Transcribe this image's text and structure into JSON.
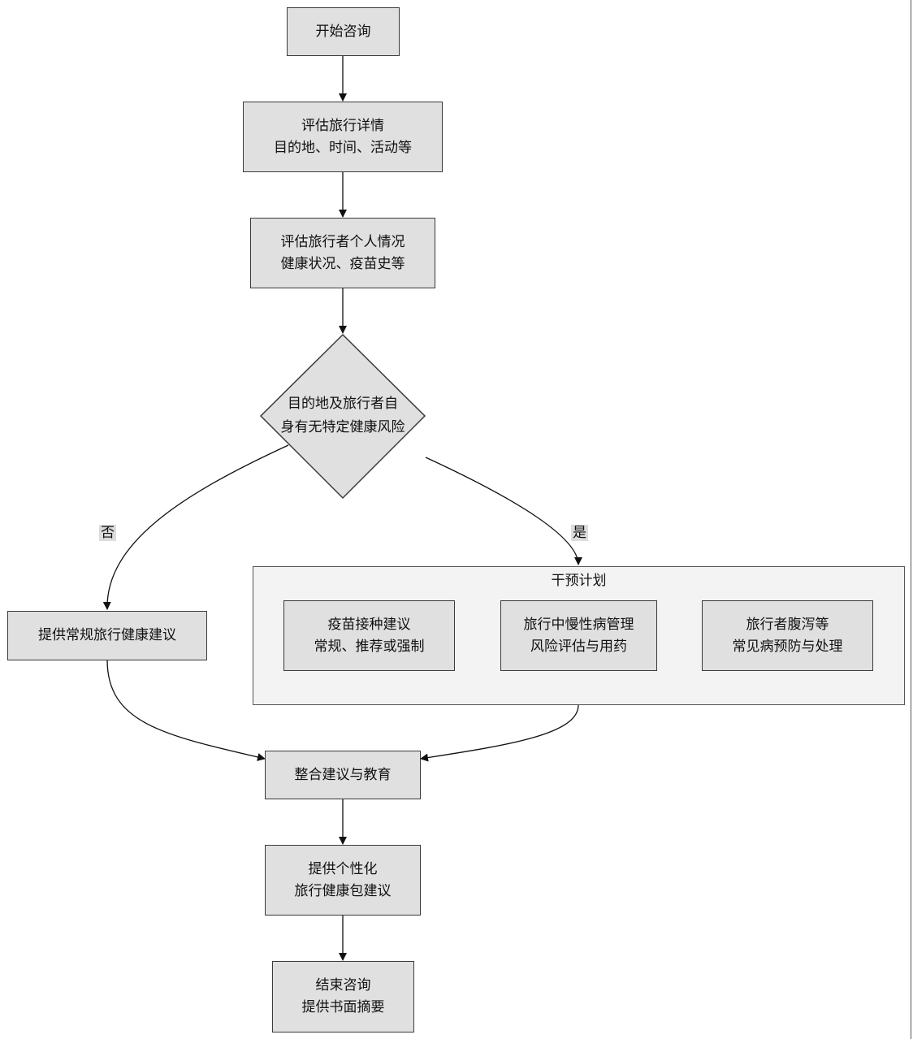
{
  "nodes": {
    "start": [
      "开始咨询"
    ],
    "trip_assess": [
      "评估旅行详情",
      "目的地、时间、活动等"
    ],
    "traveler_assess": [
      "评估旅行者个人情况",
      "健康状况、疫苗史等"
    ],
    "decision": [
      "目的地及旅行者自",
      "身有无特定健康风险"
    ],
    "routine_advice": [
      "提供常规旅行健康建议"
    ],
    "vaccine": [
      "疫苗接种建议",
      "常规、推荐或强制"
    ],
    "chronic": [
      "旅行中慢性病管理",
      "风险评估与用药"
    ],
    "diarrhea": [
      "旅行者腹泻等",
      "常见病预防与处理"
    ],
    "integrate": [
      "整合建议与教育"
    ],
    "kit": [
      "提供个性化",
      "旅行健康包建议"
    ],
    "end": [
      "结束咨询",
      "提供书面摘要"
    ]
  },
  "group": {
    "title": "干预计划"
  },
  "edge_labels": {
    "no": "否",
    "yes": "是"
  },
  "colors": {
    "node_fill": "#e0e0e0",
    "group_fill": "#f3f3f3",
    "stroke": "#3a3a3a"
  }
}
